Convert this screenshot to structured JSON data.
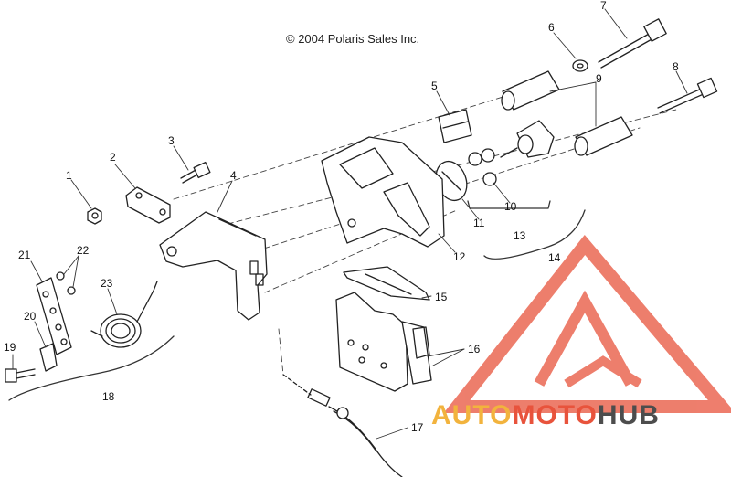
{
  "copyright": "© 2004 Polaris Sales Inc.",
  "callouts": [
    "1",
    "2",
    "3",
    "4",
    "5",
    "6",
    "7",
    "8",
    "9",
    "10",
    "11",
    "12",
    "13",
    "14",
    "15",
    "16",
    "17",
    "18",
    "19",
    "20",
    "21",
    "22",
    "23"
  ],
  "watermark": {
    "logo_label": "triangle-m-logo",
    "part1": "AUTO",
    "part2": "MOTO",
    "part3": "HUB",
    "colors": {
      "auto": "#f2b33d",
      "moto": "#e8533c",
      "hub": "#4d4d4d",
      "logo": "#e8533c"
    }
  }
}
